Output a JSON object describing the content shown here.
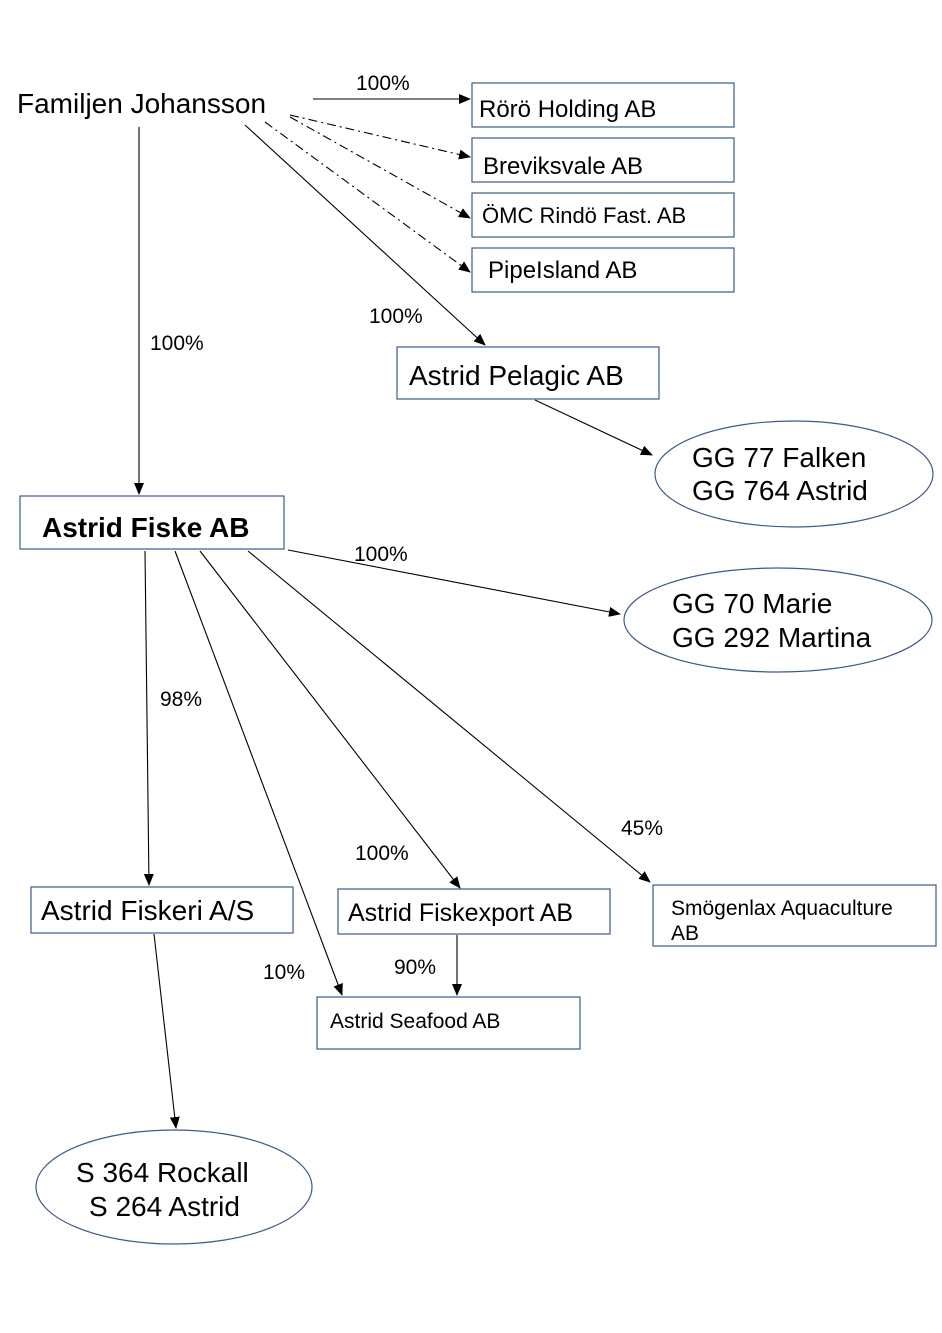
{
  "nodes": {
    "familjen": "Familjen Johansson",
    "roro": "Rörö Holding AB",
    "breviksvale": "Breviksvale AB",
    "omc": "ÖMC Rindö Fast. AB",
    "pipeisland": "PipeIsland AB",
    "pelagic": "Astrid Pelagic AB",
    "falken_line1": "GG 77 Falken",
    "falken_line2": "GG 764 Astrid",
    "fiske": "Astrid Fiske AB",
    "marie_line1": "GG 70 Marie",
    "marie_line2": "GG 292 Martina",
    "fiskeri": "Astrid Fiskeri A/S",
    "fiskexport": "Astrid Fiskexport AB",
    "smogenlax_line1": "Smögenlax Aquaculture",
    "smogenlax_line2": "AB",
    "seafood": "Astrid Seafood AB",
    "rockall_line1": "S 364 Rockall",
    "rockall_line2": "S 264 Astrid"
  },
  "edge_labels": {
    "familjen_roro": "100%",
    "familjen_pelagic": "100%",
    "familjen_fiske": "100%",
    "fiske_marie": "100%",
    "fiske_fiskeri": "98%",
    "fiske_smogenlax": "45%",
    "fiske_fiskexport": "100%",
    "fiske_seafood": "10%",
    "fiskexport_seafood": "90%"
  },
  "colors": {
    "node_border": "#3b5a8a",
    "edge": "#000000"
  }
}
